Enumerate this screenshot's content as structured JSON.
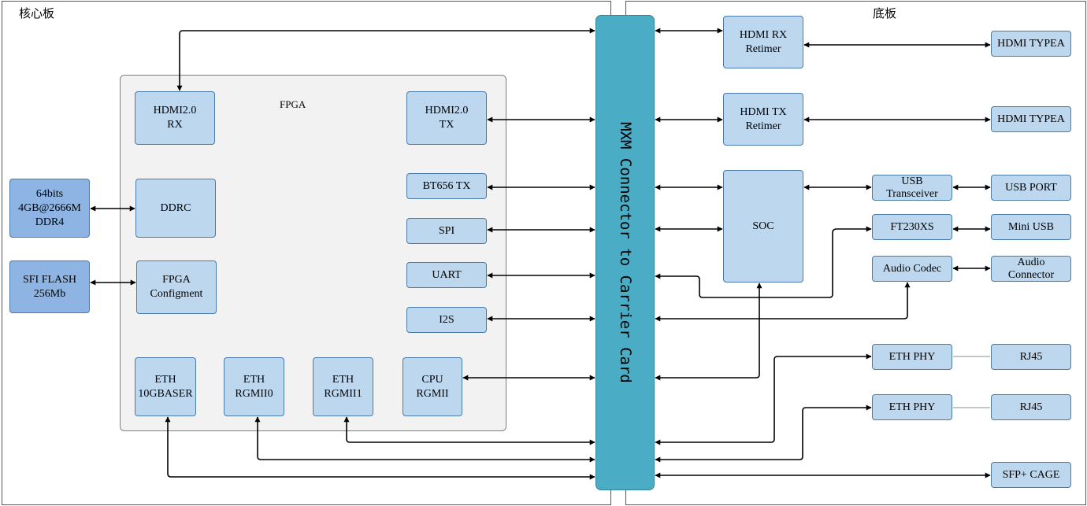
{
  "panels": {
    "left_title": "核心板",
    "right_title": "底板"
  },
  "fpga": {
    "label": "FPGA"
  },
  "mxm": {
    "label": "MXM Connector to Carrier Card"
  },
  "left_boxes": {
    "ddr4": [
      "64bits",
      "4GB@2666M",
      "DDR4"
    ],
    "sfi_flash": [
      "SFI FLASH",
      "256Mb"
    ]
  },
  "fpga_boxes": {
    "hdmi_rx": [
      "HDMI2.0",
      "RX"
    ],
    "hdmi_tx": [
      "HDMI2.0",
      "TX"
    ],
    "ddrc": [
      "DDRC"
    ],
    "fpga_config": [
      "FPGA",
      "Configment"
    ],
    "bt656_tx": [
      "BT656 TX"
    ],
    "spi": [
      "SPI"
    ],
    "uart": [
      "UART"
    ],
    "i2s": [
      "I2S"
    ],
    "eth_10gbaser": [
      "ETH",
      "10GBASER"
    ],
    "eth_rgmii0": [
      "ETH",
      "RGMII0"
    ],
    "eth_rgmii1": [
      "ETH",
      "RGMII1"
    ],
    "cpu_rgmii": [
      "CPU",
      "RGMII"
    ]
  },
  "right_boxes": {
    "hdmi_rx_retimer": [
      "HDMI RX",
      "Retimer"
    ],
    "hdmi_tx_retimer": [
      "HDMI TX",
      "Retimer"
    ],
    "soc": [
      "SOC"
    ],
    "usb_transceiver": [
      "USB",
      "Transceiver"
    ],
    "ft230xs": [
      "FT230XS"
    ],
    "audio_codec": [
      "Audio Codec"
    ],
    "eth_phy_1": [
      "ETH PHY"
    ],
    "eth_phy_2": [
      "ETH PHY"
    ],
    "hdmi_typea_1": [
      "HDMI TYPEA"
    ],
    "hdmi_typea_2": [
      "HDMI TYPEA"
    ],
    "usb_port": [
      "USB PORT"
    ],
    "mini_usb": [
      "Mini USB"
    ],
    "audio_connector": [
      "Audio",
      "Connector"
    ],
    "rj45_1": [
      "RJ45"
    ],
    "rj45_2": [
      "RJ45"
    ],
    "sfp_cage": [
      "SFP+ CAGE"
    ]
  },
  "colors": {
    "box_fill": "#bdd7ee",
    "box_fill_dark": "#8db4e2",
    "connector_fill": "#4bacc6",
    "fpga_fill": "#f2f2f2"
  }
}
